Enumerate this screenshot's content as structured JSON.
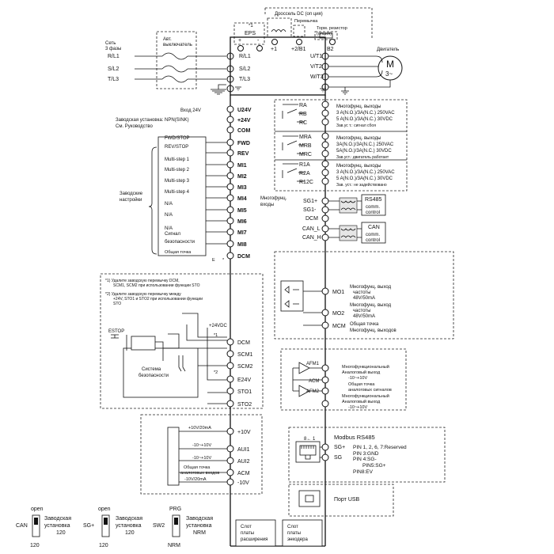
{
  "power": {
    "supply": [
      "Сеть",
      "3 фазы"
    ],
    "breaker": [
      "Авт.",
      "выключатель"
    ],
    "inputs": [
      "R/L1",
      "S/L2",
      "T/L3"
    ],
    "terminals": [
      "R/L1",
      "S/L2",
      "T/L3"
    ]
  },
  "dc": {
    "choke": "Дроссель DC (оп ция)",
    "jumper": "Перемычка",
    "eps_star": "*1",
    "eps": "EPS",
    "plus": "+",
    "minus": "-",
    "p1": "+1",
    "p2": "+2/B1",
    "brake_resistor": [
      "Торм. резистор",
      "(опция)"
    ],
    "b2": "B2"
  },
  "motor": {
    "title": "Двигатель",
    "letter": "M",
    "ac": "3~",
    "terminals": [
      "U/T1",
      "V/T2",
      "W/T3"
    ]
  },
  "control": {
    "input_24v": "Вход 24V",
    "factory_npn": "Заводская установка: NPN(SINK)",
    "see_manual": "См. Руководство",
    "factory_settings": [
      "Заводские",
      "настройки"
    ],
    "multifunc_inputs": [
      "Многофунц.",
      "входы"
    ],
    "terminals": [
      "U24V",
      "+24V",
      "COM",
      "FWD",
      "REV",
      "MI1",
      "MI2",
      "MI3",
      "MI4",
      "MI5",
      "MI6",
      "MI7",
      "MI8",
      "DCM"
    ],
    "functions": [
      "FWD/STOP",
      "REV/STOP",
      "Multi-step 1",
      "Multi-step 2",
      "Multi-step 3",
      "Multi-step 4",
      "N/A",
      "N/A",
      "N/A",
      "Сигнал",
      "безопасности",
      "Общая точка"
    ],
    "markers": [
      "E",
      "*"
    ]
  },
  "relays": [
    {
      "terms": [
        "RA",
        "RB",
        "RC"
      ],
      "lines": [
        "Многофунц. выходы",
        "3  A(N.O.)/3A(N.C.) 250VAC",
        "5  A(N.O.)/3A(N.C.) 30VDC",
        "Зав.ус т.: сигнал сбоя"
      ]
    },
    {
      "terms": [
        "MRA",
        "MRB",
        "MRC"
      ],
      "lines": [
        "Многофунц. выходы",
        "3A(N.O.)/3A(N.C.) 250VAC",
        "5A(N.O.)/3A(N.C.) 30VDC",
        "Зав.уст.: двигатель работает"
      ]
    },
    {
      "terms": [
        "R1A",
        "R2A",
        "R12C"
      ],
      "lines": [
        "Многофунц. выходы",
        "3  A(N.O.)/3A(N.C.) 250VAC",
        "5  A(N.O.)/3A(N.C.) 30VDC",
        "Зав. уст.: не задействовано"
      ]
    }
  ],
  "comm": {
    "rs485_terms": [
      "SG1+",
      "SG1-",
      "DCM"
    ],
    "rs485_title": "RS485",
    "rs485_lines": [
      "comm.",
      "control"
    ],
    "can_terms": [
      "CAN_L",
      "CAN_H"
    ],
    "can_title": "CAN",
    "can_lines": [
      "comm.",
      "control"
    ]
  },
  "mo": {
    "terms": [
      "MO1",
      "MO2",
      "MCM"
    ],
    "labels": [
      "Многофунц. выход",
      "частоты",
      "48V/50mA",
      "Многофунц. выход",
      "частоты",
      "48V/50mA",
      "Общая точка",
      "Многофунц. выходов"
    ]
  },
  "afm": {
    "terms": [
      "AFM1",
      "ACM",
      "AFM2"
    ],
    "labels": [
      "Многофункциональный",
      "Аналоговый выход",
      "-10~+10V",
      "Общая точка",
      "аналоговых сигналов",
      "Многофункциональный",
      "Аналоговый выход",
      "-10~+10V"
    ]
  },
  "sto": {
    "notes": [
      "*1) Удалите заводскую перемычку DCM,",
      "SCM1, SCM2 при использовании функции STO",
      "*2) Удалите заводскую перемычку между",
      "+24V, STO1 и STO2 при использовании функции",
      "STO"
    ],
    "estop": "ESTOP",
    "supply": "+24VDC",
    "system": [
      "Система",
      "безопасности"
    ],
    "terms": [
      "DCM",
      "SCM1",
      "SCM2",
      "E24V",
      "STO1",
      "STO2"
    ],
    "markers": [
      "*1",
      "*2"
    ]
  },
  "analog": {
    "labels": [
      "+10V/20mA",
      "-10~+10V",
      "-10~+10V",
      "Общая точка",
      "аналоговых входов",
      "-10V/20mA"
    ],
    "terms": [
      "+10V",
      "AUI1",
      "AUI2",
      "ACM",
      "-10V"
    ]
  },
  "modbus": {
    "pins": "8← 1",
    "title": "Modbus RS485",
    "terms": [
      "SG+",
      "SG"
    ],
    "lines": [
      "PIN 1, 2, 6, 7:Reserved",
      "PIN 3:GND",
      "PIN 4:SG-",
      "PIN5:SG+",
      "PIN8:EV"
    ]
  },
  "usb": "Порт USB",
  "slots": [
    [
      "Слот",
      "платы",
      "расширения"
    ],
    [
      "Слот",
      "платы",
      "энкодера"
    ]
  ],
  "switches": [
    {
      "top": "open",
      "left": "CAN",
      "bottom": "120",
      "labels": [
        "Заводская",
        "установка",
        "120"
      ],
      "id": "SG+"
    },
    {
      "top": "open",
      "left": "",
      "bottom": "120",
      "labels": [
        "Заводская",
        "установка",
        "120"
      ],
      "id": "SW2"
    },
    {
      "top": "PRG",
      "left": "",
      "bottom": "NRM",
      "labels": [
        "Заводская",
        "установка",
        "NRM"
      ],
      "id": ""
    }
  ]
}
